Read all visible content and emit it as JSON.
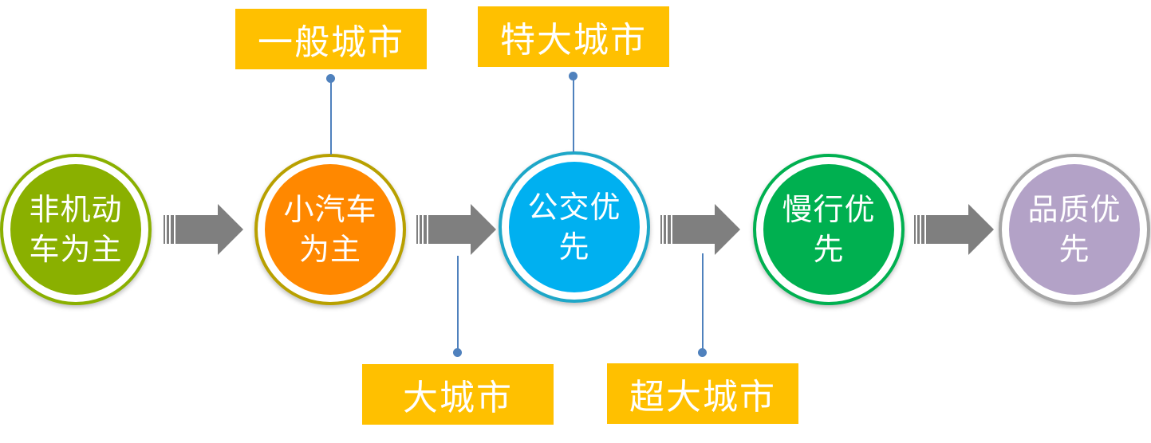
{
  "stages": [
    {
      "label": "非机动车为主",
      "fill": "#8ab000",
      "ring": "#8ab000"
    },
    {
      "label": "小汽车为主",
      "fill": "#ff8800",
      "ring": "#b8a000"
    },
    {
      "label": "公交优先",
      "fill": "#00b0f0",
      "ring": "#1ea7c8"
    },
    {
      "label": "慢行优先",
      "fill": "#00b050",
      "ring": "#00b050"
    },
    {
      "label": "品质优先",
      "fill": "#b3a2c7",
      "ring": "#a6a6a6"
    }
  ],
  "city_labels": {
    "general": "一般城市",
    "megacity": "特大城市",
    "large": "大城市",
    "super": "超大城市"
  },
  "colors": {
    "label_bg": "#ffc000",
    "connector": "#4f81bd",
    "arrow": "#7f7f7f"
  }
}
